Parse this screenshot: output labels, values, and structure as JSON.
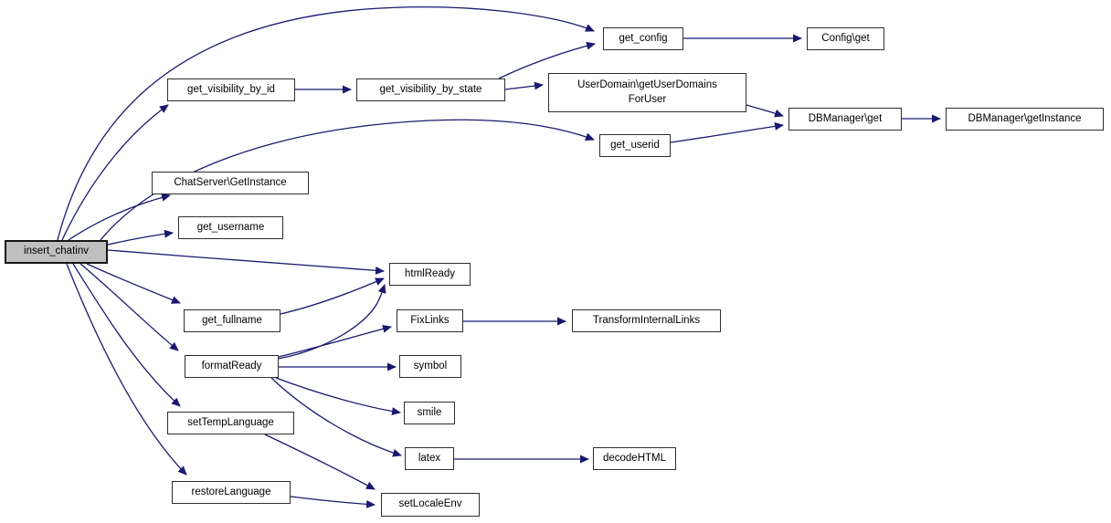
{
  "diagram": {
    "type": "call-graph",
    "root": "insert_chatinv",
    "colors": {
      "edge": "#191970",
      "node_fill": "#ffffff",
      "root_fill": "#bfbfbf",
      "node_border": "#2e2e2e",
      "text": "#000000"
    },
    "nodes": {
      "insert_chatinv": "insert_chatinv",
      "get_visibility_by_id": "get_visibility_by_id",
      "get_visibility_by_state": "get_visibility_by_state",
      "get_config": "get_config",
      "config_get": "Config\\get",
      "userdomain_getuserdomainsforuser": "UserDomain\\getUserDomains\nForUser",
      "dbmanager_get": "DBManager\\get",
      "dbmanager_getinstance": "DBManager\\getInstance",
      "get_userid": "get_userid",
      "chatserver_getinstance": "ChatServer\\GetInstance",
      "get_username": "get_username",
      "htmlready": "htmlReady",
      "get_fullname": "get_fullname",
      "fixlinks": "FixLinks",
      "transforminternallinks": "TransformInternalLinks",
      "formatready": "formatReady",
      "symbol": "symbol",
      "smile": "smile",
      "latex": "latex",
      "decodehtml": "decodeHTML",
      "settemplanguage": "setTempLanguage",
      "restorelanguage": "restoreLanguage",
      "setlocaleenv": "setLocaleEnv"
    },
    "edges": [
      [
        "insert_chatinv",
        "get_config"
      ],
      [
        "insert_chatinv",
        "get_visibility_by_id"
      ],
      [
        "insert_chatinv",
        "get_userid"
      ],
      [
        "insert_chatinv",
        "chatserver_getinstance"
      ],
      [
        "insert_chatinv",
        "get_username"
      ],
      [
        "insert_chatinv",
        "htmlready"
      ],
      [
        "insert_chatinv",
        "get_fullname"
      ],
      [
        "insert_chatinv",
        "formatready"
      ],
      [
        "insert_chatinv",
        "settemplanguage"
      ],
      [
        "insert_chatinv",
        "restorelanguage"
      ],
      [
        "get_visibility_by_id",
        "get_visibility_by_state"
      ],
      [
        "get_visibility_by_state",
        "get_config"
      ],
      [
        "get_visibility_by_state",
        "userdomain_getuserdomainsforuser"
      ],
      [
        "get_config",
        "config_get"
      ],
      [
        "userdomain_getuserdomainsforuser",
        "dbmanager_get"
      ],
      [
        "get_userid",
        "dbmanager_get"
      ],
      [
        "dbmanager_get",
        "dbmanager_getinstance"
      ],
      [
        "get_fullname",
        "htmlready"
      ],
      [
        "formatready",
        "htmlready"
      ],
      [
        "formatready",
        "fixlinks"
      ],
      [
        "formatready",
        "symbol"
      ],
      [
        "formatready",
        "smile"
      ],
      [
        "formatready",
        "latex"
      ],
      [
        "fixlinks",
        "transforminternallinks"
      ],
      [
        "latex",
        "decodehtml"
      ],
      [
        "settemplanguage",
        "setlocaleenv"
      ],
      [
        "restorelanguage",
        "setlocaleenv"
      ]
    ]
  }
}
